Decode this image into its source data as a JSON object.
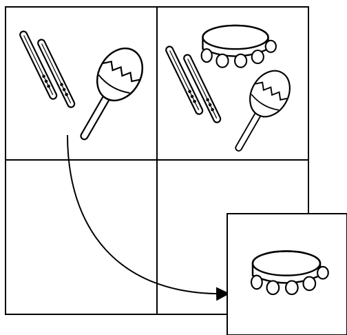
{
  "grid": {
    "rows": 2,
    "columns": 2,
    "cells": [
      {
        "row": 1,
        "col": 1,
        "contents": [
          "rhythm-sticks-icon",
          "maraca-icon"
        ]
      },
      {
        "row": 1,
        "col": 2,
        "contents": [
          "rhythm-sticks-icon",
          "tambourine-icon",
          "maraca-icon"
        ]
      },
      {
        "row": 2,
        "col": 1,
        "contents": []
      },
      {
        "row": 2,
        "col": 2,
        "contents": []
      }
    ]
  },
  "answer_box": {
    "contents": [
      "tambourine-icon"
    ]
  },
  "arrow": {
    "from": "row-1-col-1",
    "to": "answer-box"
  },
  "colors": {
    "line": "#000000",
    "background": "#ffffff"
  }
}
